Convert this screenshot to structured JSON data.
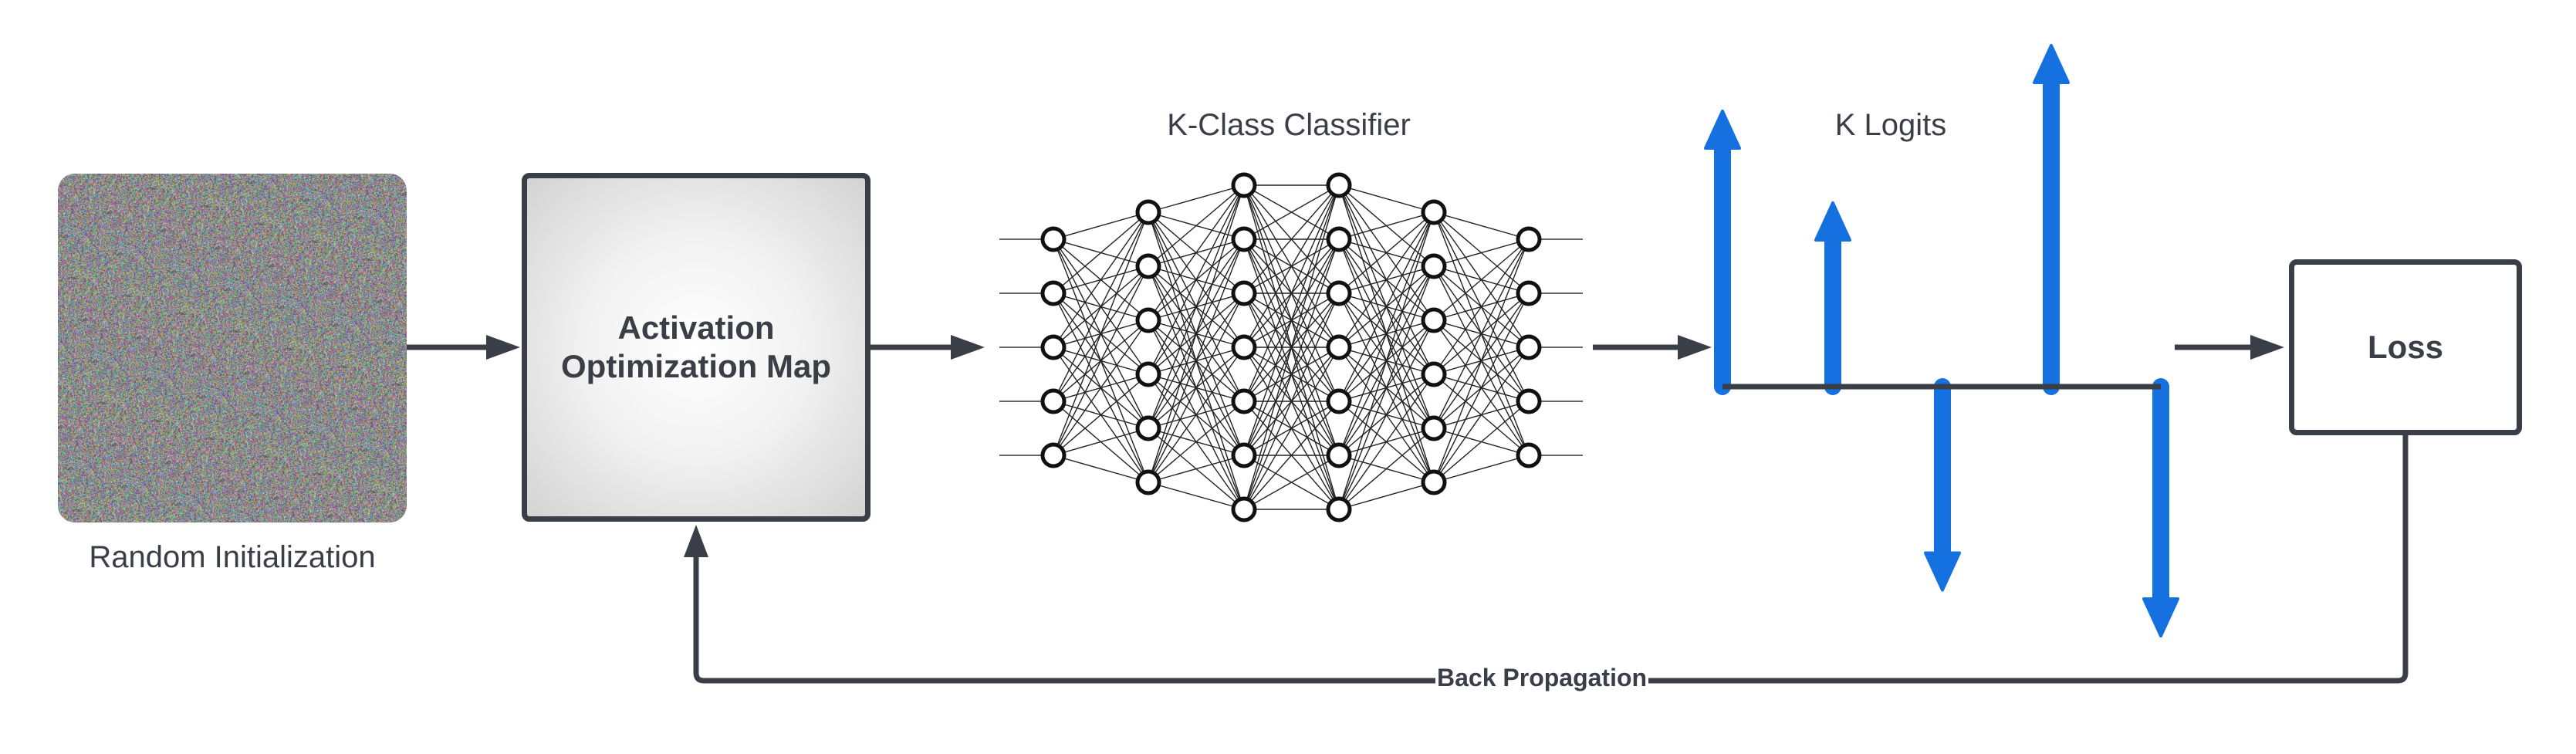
{
  "labels": {
    "random_initialization": "Random Initialization",
    "activation_map": "Activation\nOptimization Map",
    "classifier_title": "K-Class Classifier",
    "logits_title": "K Logits",
    "loss": "Loss",
    "back_propagation": "Back Propagation"
  },
  "network": {
    "layer_sizes": [
      5,
      6,
      7,
      7,
      6,
      5
    ]
  },
  "logits": {
    "count": 5,
    "values": [
      4.2,
      2.8,
      5.2,
      -3.1,
      -3.8
    ]
  },
  "colors": {
    "stroke": "#3a3f47",
    "logit_arrow": "#1570e0",
    "box_center": "#ffffff",
    "box_edge": "#d3d3d3"
  },
  "icons": {
    "flow_arrow": "arrow-right-icon",
    "feedback_arrow": "arrow-up-icon"
  }
}
